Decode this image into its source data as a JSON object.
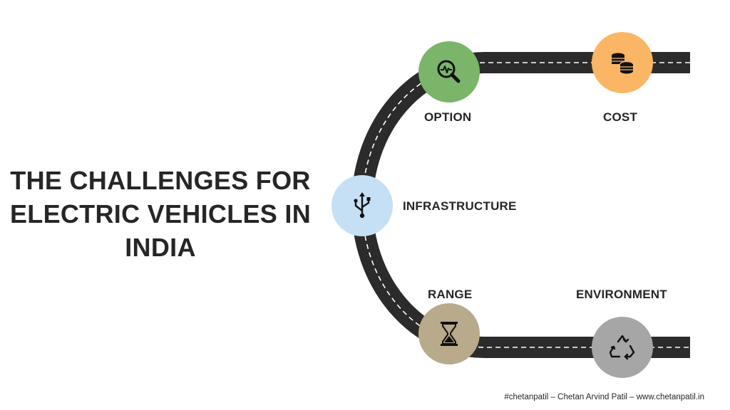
{
  "title": {
    "line1": "THE CHALLENGES FOR",
    "line2": "ELECTRIC VEHICLES IN",
    "line3": "INDIA"
  },
  "challenges": [
    {
      "label": "OPTION",
      "icon": "magnifier-pulse-icon",
      "color": "#7ab56a"
    },
    {
      "label": "COST",
      "icon": "coins-icon",
      "color": "#fbb665"
    },
    {
      "label": "INFRASTRUCTURE",
      "icon": "usb-icon",
      "color": "#c5e0f4"
    },
    {
      "label": "RANGE",
      "icon": "hourglass-icon",
      "color": "#b8aa8a"
    },
    {
      "label": "ENVIRONMENT",
      "icon": "recycle-icon",
      "color": "#a6a6a6"
    }
  ],
  "road": {
    "color": "#2b2b2b",
    "dash_color": "#ffffff"
  },
  "footer": {
    "credit": "#chetanpatil – Chetan Arvind Patil – www.chetanpatil.in"
  }
}
